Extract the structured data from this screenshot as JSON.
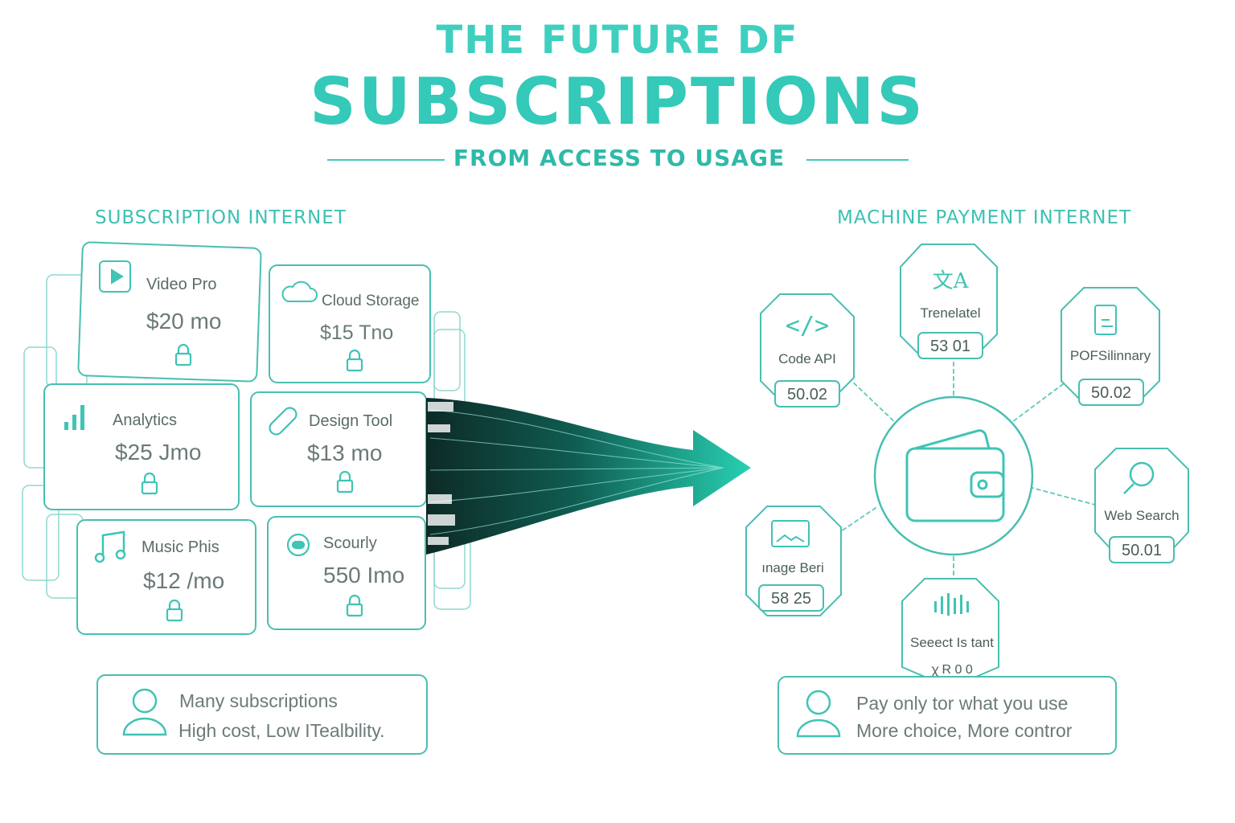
{
  "header": {
    "title_top": "THE FUTURE DF",
    "title_main": "SUBSCRIPTIONS",
    "subtitle": "FROM ACCESS TO USAGE"
  },
  "left": {
    "heading": "SUBSCRIPTION INTERNET",
    "cards": [
      {
        "name": "Video Pro",
        "price": "$20 mo",
        "icon": "play-icon"
      },
      {
        "name": "Cloud Storage",
        "price": "$15 Tno",
        "icon": "cloud-icon"
      },
      {
        "name": "Analytics",
        "price": "$25 Jmo",
        "icon": "bar-chart-icon"
      },
      {
        "name": "Design Tool",
        "price": "$13 mo",
        "icon": "pen-icon"
      },
      {
        "name": "Music Phis",
        "price": "$12 /mo",
        "icon": "music-note-icon"
      },
      {
        "name": "Scourly",
        "price": "550 Imo",
        "icon": "shield-icon"
      }
    ],
    "summary": {
      "line1": "Many subscriptions",
      "line2": "High cost, Low ITealbility."
    }
  },
  "right": {
    "heading": "MACHINE PAYMENT INTERNET",
    "nodes": [
      {
        "label": "Code API",
        "price": "50.02",
        "icon": "code-icon"
      },
      {
        "label": "Trenelatel",
        "price": "53 01",
        "icon": "translate-icon"
      },
      {
        "label": "POFSilinnary",
        "price": "50.02",
        "icon": "document-icon"
      },
      {
        "label": "Web Search",
        "price": "50.01",
        "icon": "search-icon"
      },
      {
        "label": "Seeect Is tant",
        "price": "ꭓ R 0 0",
        "icon": "audio-bars-icon"
      },
      {
        "label": "ınage Beri",
        "price": "58 25",
        "icon": "image-icon"
      }
    ],
    "center_icon": "wallet-icon",
    "summary": {
      "line1": "Pay only tor what you use",
      "line2": "More choice, More contror"
    }
  },
  "colors": {
    "accent": "#3fcfbf",
    "stroke": "#3ab4a6",
    "text_gray": "#5f6f6e",
    "arrow": "#22c3a6"
  }
}
